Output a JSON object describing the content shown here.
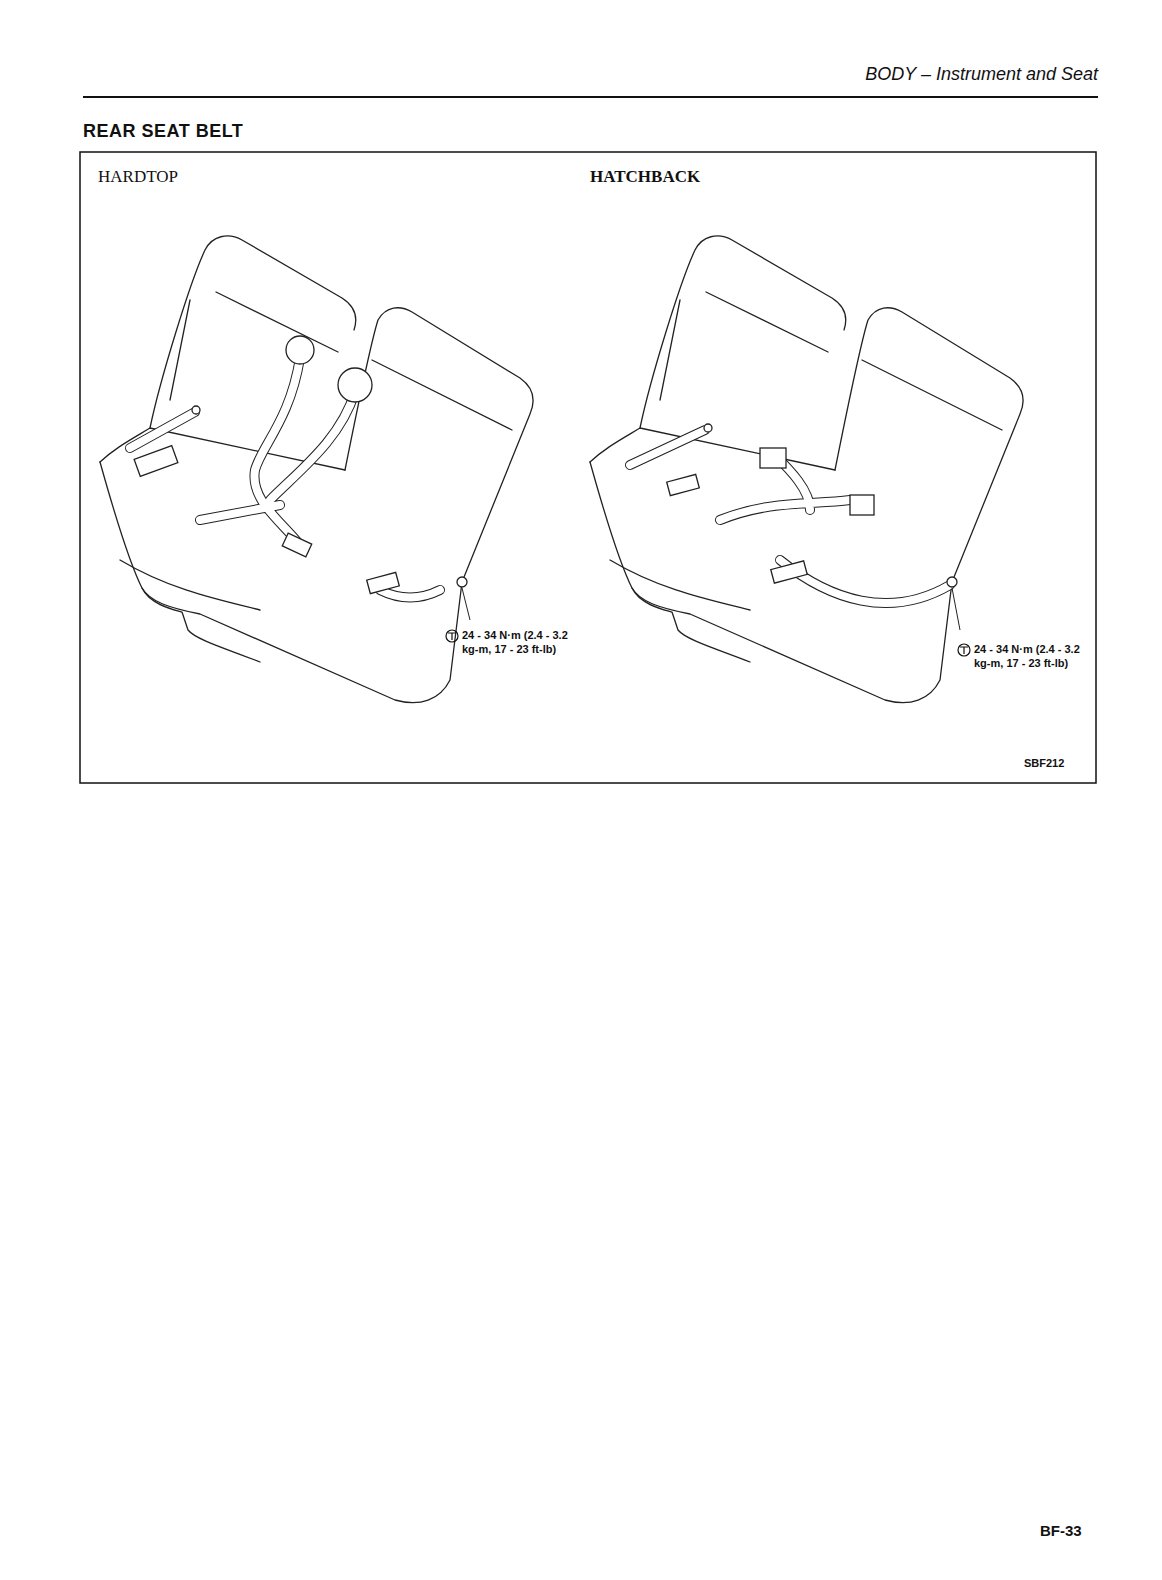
{
  "diagram": {
    "title": "REAR SEAT BELT",
    "labels": [
      "BODY – Instrument and Seat",
      "HARDTOP",
      "HATCHBACK",
      "24 - 34 N·m (2.4 - 3.2 kg-m, 17 - 23 ft-lb)",
      "24 - 34 N·m (2.4 - 3.2 kg-m, 17 - 23 ft-lb)",
      "SBF212",
      "BF-33"
    ]
  }
}
